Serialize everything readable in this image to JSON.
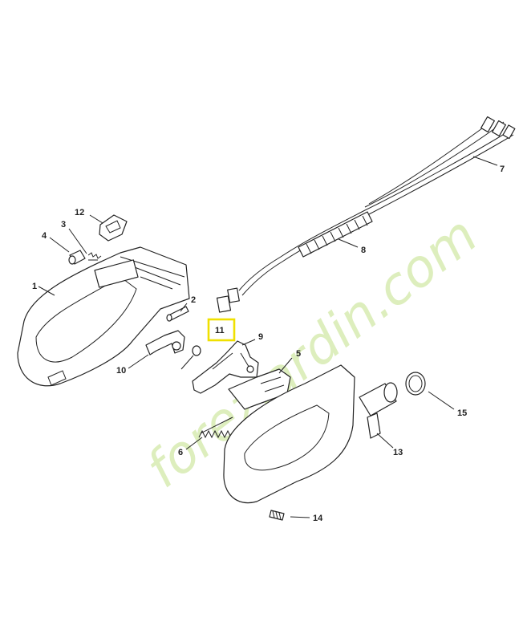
{
  "watermark": "forezjardin.com",
  "highlight_color": "#f0e000",
  "callouts": {
    "c1": "1",
    "c2": "2",
    "c3": "3",
    "c4": "4",
    "c5": "5",
    "c6": "6",
    "c7": "7",
    "c8": "8",
    "c9": "9",
    "c10": "10",
    "c11": "11",
    "c12": "12",
    "c13": "13",
    "c14": "14",
    "c15": "15"
  },
  "highlighted_callout": "11"
}
